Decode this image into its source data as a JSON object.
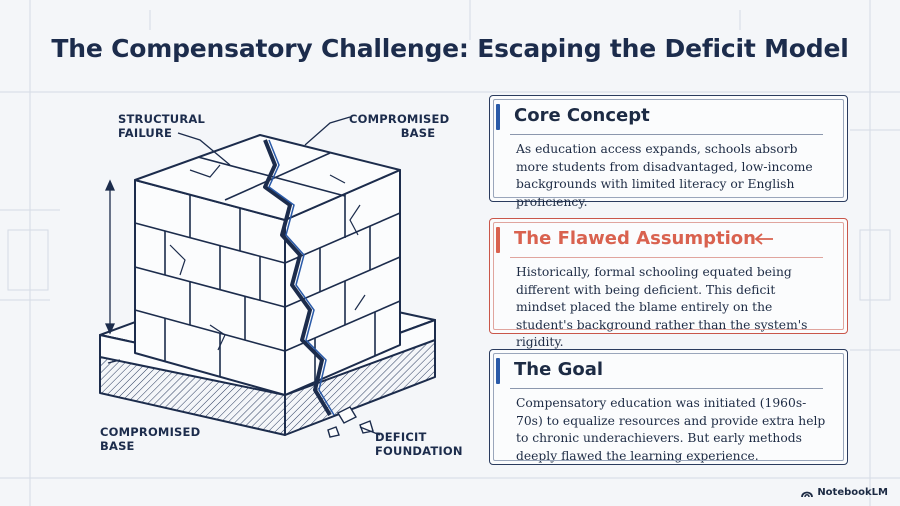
{
  "title": "The Compensatory Challenge: Escaping the Deficit Model",
  "illustration": {
    "labels": {
      "structural_failure": [
        "STRUCTURAL",
        "FAILURE"
      ],
      "compromised_base_top": [
        "COMPROMISED",
        "BASE"
      ],
      "compromised_base_bottom": [
        "COMPROMISED",
        "BASE"
      ],
      "deficit_foundation": [
        "DEFICIT",
        "FOUNDATION"
      ]
    },
    "icon": "cracked-brick-block-icon"
  },
  "cards": [
    {
      "title": "Core Concept",
      "body": "As education access expands, schools absorb more students from disadvantaged, low-income backgrounds with limited literacy or English proficiency."
    },
    {
      "title": "The Flawed Assumption",
      "body": "Historically, formal schooling equated being different with being deficient. This deficit mindset placed the blame entirely on the student's background rather than the system's rigidity."
    },
    {
      "title": "The Goal",
      "body": "Compensatory education was initiated (1960s-70s) to equalize resources and provide extra help to chronic underachievers. But early methods deeply flawed the learning experience."
    }
  ],
  "brand": "NotebookLM",
  "colors": {
    "navy": "#1c2c4c",
    "accent_blue": "#2a5aa8",
    "alert_red": "#d9624f",
    "background": "#f4f6f9"
  }
}
